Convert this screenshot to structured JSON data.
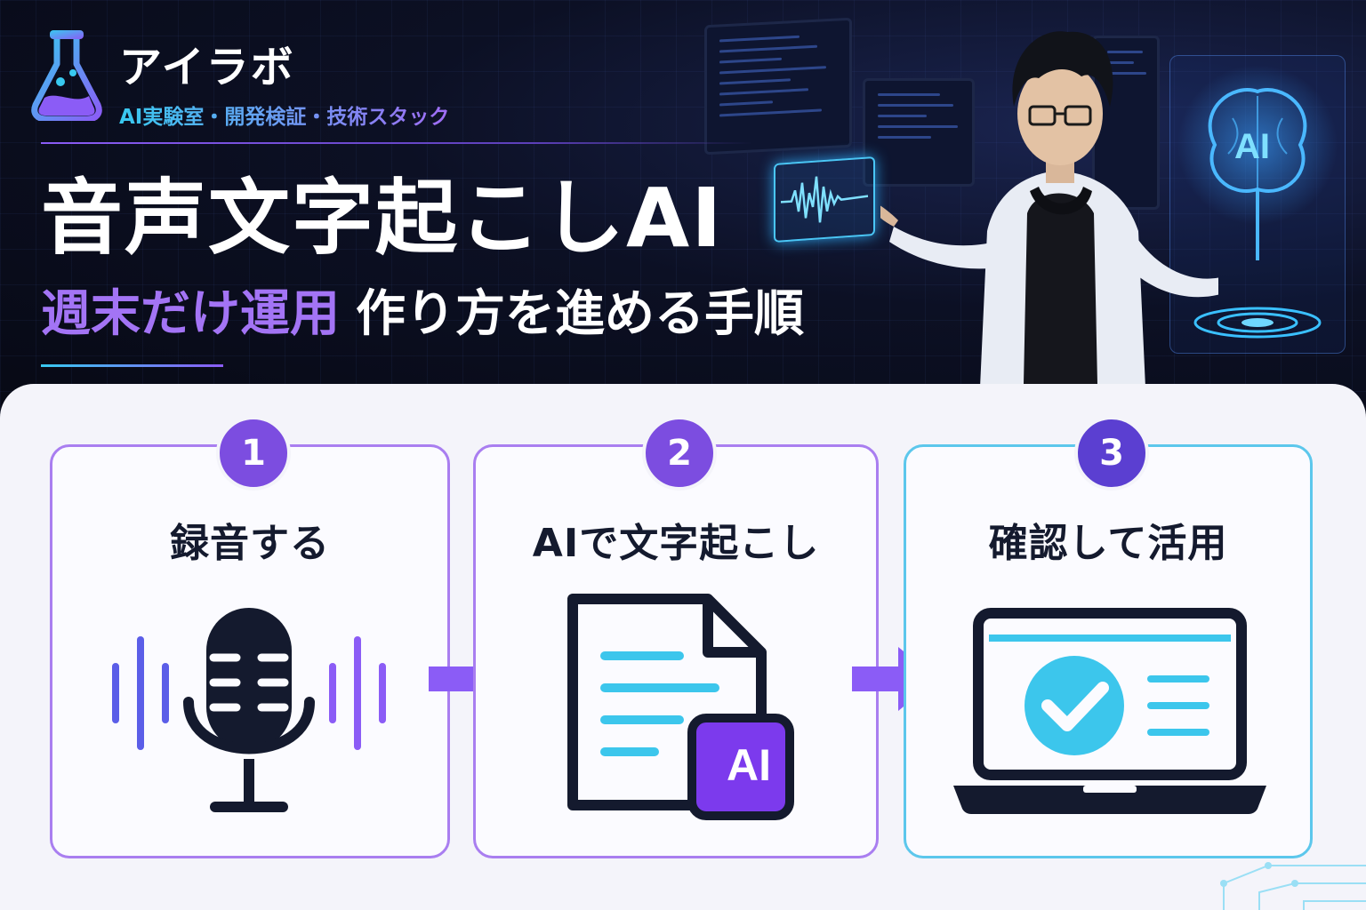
{
  "brand": {
    "name": "アイラボ",
    "tagline": "AI実験室・開発検証・技術スタック"
  },
  "hero": {
    "title": "音声文字起こしAI",
    "subtitle_accent": "週末だけ運用",
    "subtitle_rest": "作り方を進める手順",
    "holo_label": "AI"
  },
  "steps": [
    {
      "number": "1",
      "label": "録音する",
      "icon": "microphone-icon"
    },
    {
      "number": "2",
      "label": "AIで文字起こし",
      "icon": "ai-document-icon",
      "badge": "AI"
    },
    {
      "number": "3",
      "label": "確認して活用",
      "icon": "laptop-check-icon"
    }
  ],
  "colors": {
    "purple": "#8b5cf6",
    "cyan": "#3cc6ec",
    "navy": "#141a2e"
  }
}
